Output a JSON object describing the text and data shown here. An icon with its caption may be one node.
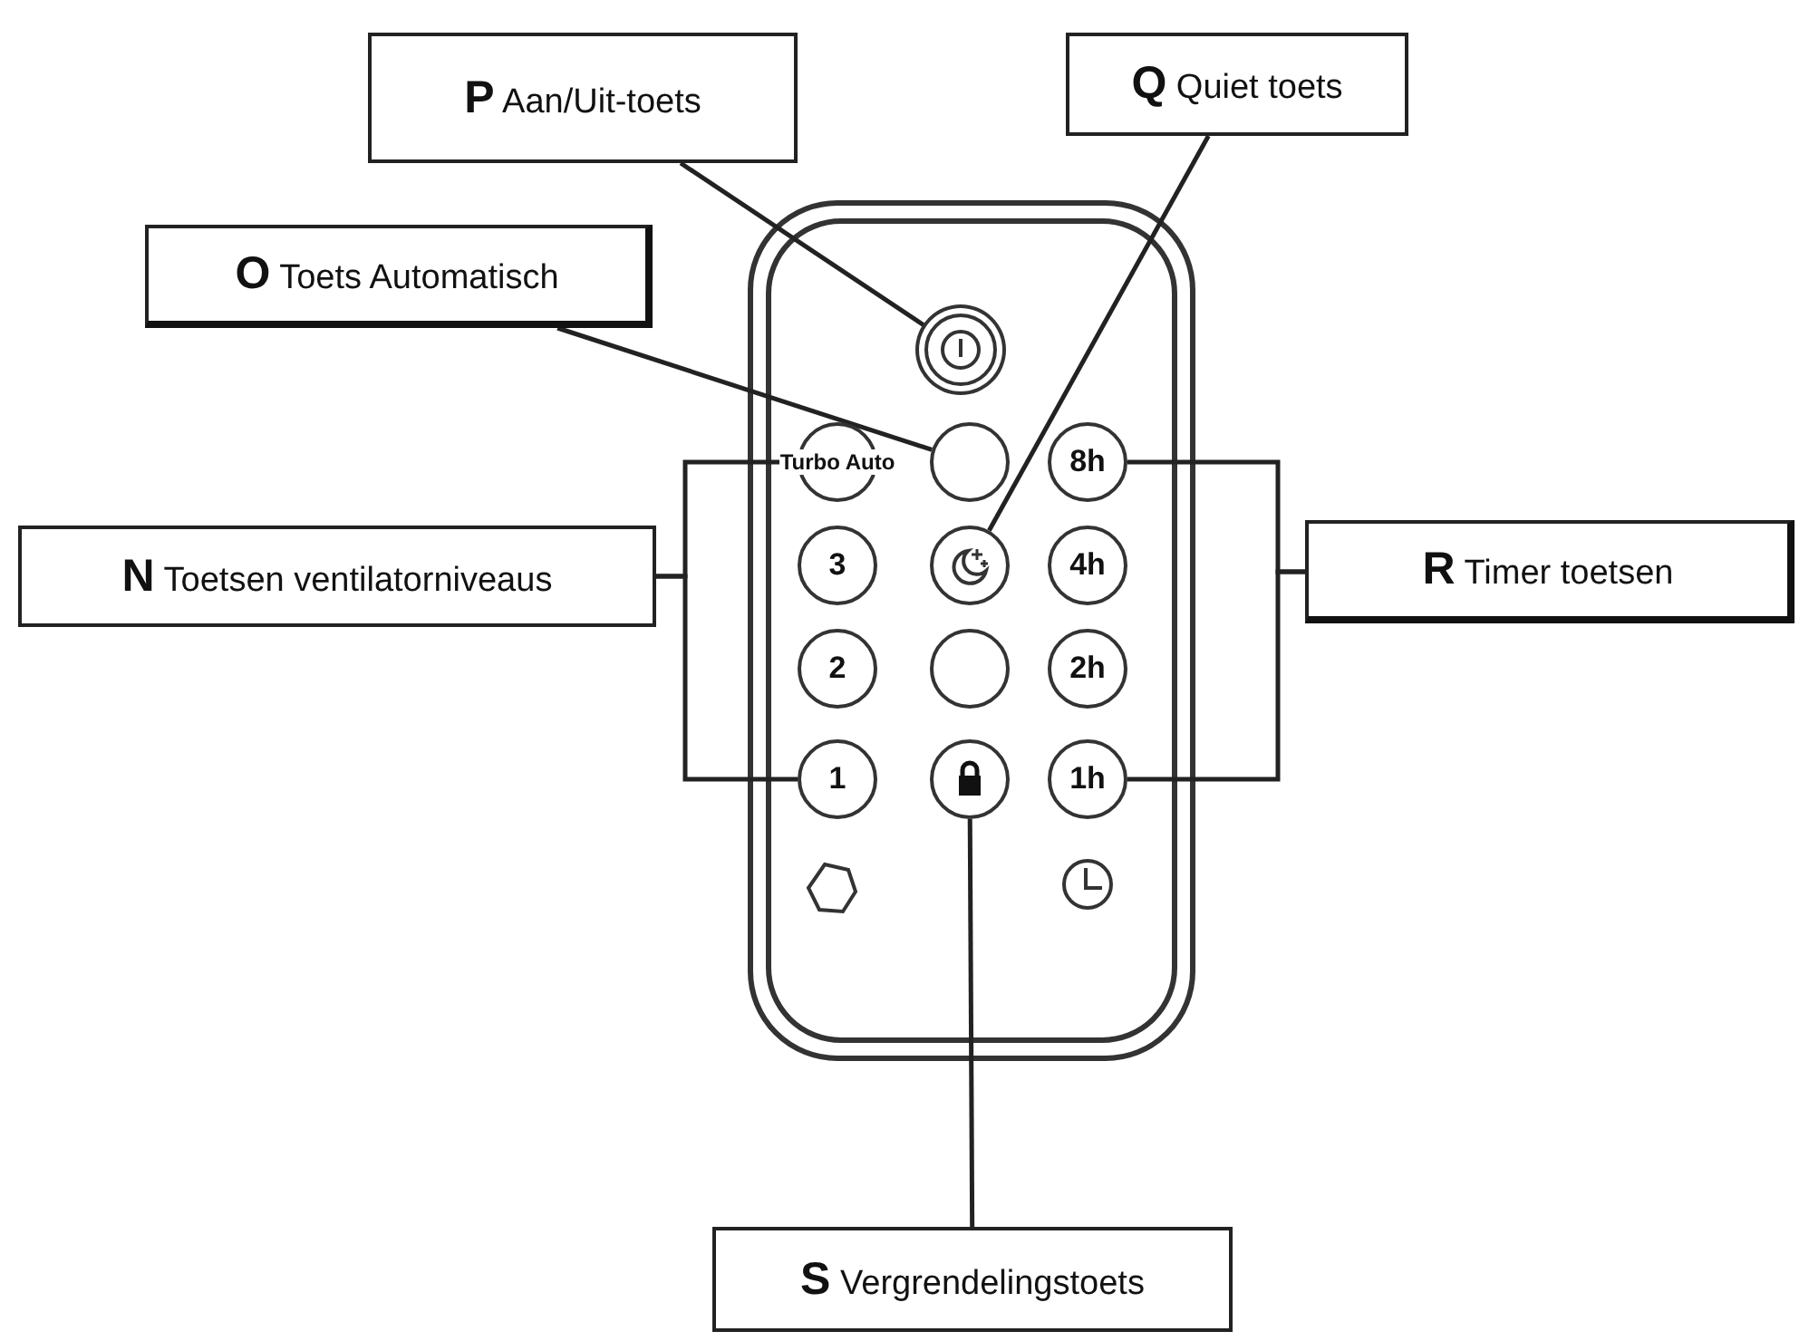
{
  "diagram": {
    "nodes": [
      {
        "text": [
          "**P** Aan/Uit-toets"
        ]
      },
      {
        "text": [
          "**Q** Quiet toets"
        ]
      },
      {
        "text": [
          "**O** Toets Automatisch"
        ]
      },
      {
        "text": [],
        "shape": "circle"
      },
      {
        "text": [
          "**N** Toetsen ventilatorniveaus"
        ]
      },
      {
        "text": [
          "Turbo Auto"
        ]
      },
      {
        "text": [],
        "shape": "circle"
      },
      {
        "text": [
          "8h"
        ]
      },
      {
        "text": [
          "**R** Timer toetsen"
        ]
      },
      {
        "text": [
          "3"
        ]
      },
      {
        "text": [],
        "shape": "circle"
      },
      {
        "text": [
          "4h"
        ]
      },
      {
        "text": [
          "2"
        ]
      },
      {
        "text": [],
        "shape": "circle"
      },
      {
        "text": [
          "2h"
        ]
      },
      {
        "text": [
          "1"
        ]
      },
      {
        "text": [],
        "shape": "circle"
      },
      {
        "text": [
          "1h"
        ]
      },
      {
        "text": [
          "**S** Vergrendelingstoets"
        ]
      }
    ],
    "edges": [
      {
        "from": 0,
        "to": 3,
        "arrow": "none"
      },
      {
        "from": 1,
        "to": 10,
        "arrow": "none"
      },
      {
        "from": 2,
        "to": 6,
        "arrow": "none"
      },
      {
        "from": 4,
        "to": 5,
        "arrow": "none"
      },
      {
        "from": 4,
        "to": 15,
        "arrow": "none"
      },
      {
        "from": 8,
        "to": 7,
        "arrow": "none"
      },
      {
        "from": 8,
        "to": 17,
        "arrow": "none"
      },
      {
        "from": 18,
        "to": 16,
        "arrow": "none"
      }
    ]
  }
}
